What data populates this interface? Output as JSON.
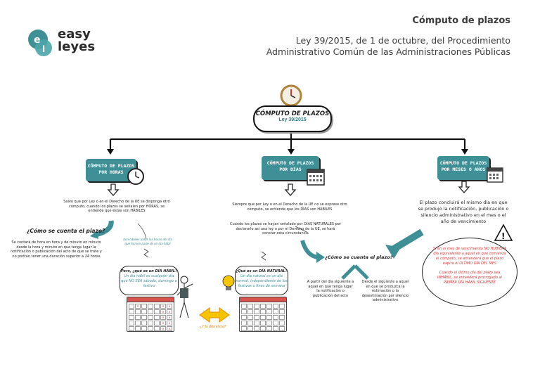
{
  "header": {
    "logo_line1": "easy",
    "logo_line2": "leyes",
    "title": "Cómputo de plazos",
    "subtitle_line1": "Ley 39/2015, de 1 de octubre, del Procedimiento",
    "subtitle_line2": "Administrativo Común de las Administraciones Públicas"
  },
  "main": {
    "title": "CÓMPUTO DE PLAZOS",
    "subtitle": "Ley 39/2015"
  },
  "branches": {
    "horas": {
      "label_line1": "CÓMPUTO DE PLAZOS",
      "label_line2": "POR HORAS",
      "rule": "Salvo que por Ley o en el Derecho de la UE se disponga otro cómputo, cuando los plazos se señalen por HORAS, se entiende que éstas son HÁBILES",
      "question": "¿Cómo se cuenta el plazo?",
      "how": "Se contará de hora en hora y de minuto en minuto desde la hora y minuto en que tenga lugar la notificación o publicación del acto de que se trate y no podrán tener una duración superior a 24 horas",
      "note": "Son hábiles todas las horas del día que formen parte de un día hábil",
      "bubble_title": "Pero, ¿qué es un DÍA HÁBIL?",
      "bubble_body": "Un día hábil es cualquier día que NO SEA sábado, domingo o festivo"
    },
    "dias": {
      "label_line1": "CÓMPUTO DE PLAZOS",
      "label_line2": "POR DÍAS",
      "rule": "Siempre que por Ley o en el Derecho de la UE no se exprese otro cómputo, se entiende que los DÍAS son HÁBILES",
      "naturales": "Cuando los plazos se hayan señalado por DÍAS NATURALES por declararlo así una ley o por el Derecho de la UE, se hará constar esta circunstancia",
      "question": "¿Cómo se cuenta el plazo?",
      "left": "A partir del día siguiente a aquel en que tenga lugar la notificación o publicación del acto",
      "right": "Desde el siguiente a aquel en que se produzca la estimación o la desestimación por silencio administrativo",
      "bubble_title": "¿Qué es un DÍA NATURAL?",
      "bubble_body": "Un día natural es un día normal, independiente de los festivos o fines de semana",
      "difference": "¿Y la diferencia?"
    },
    "meses": {
      "label_line1": "CÓMPUTO DE PLAZOS",
      "label_line2": "POR MESES O AÑOS",
      "rule": "El plazo concluirá el mismo día en que se produjo la notificación, publicación o silencio administrativo en el mes o el año de vencimiento",
      "red1": "Si en el mes de vencimiento NO HUBIERA día equivalente a aquel en que comienza el cómputo, se entenderá que el plazo expira el ÚLTIMO DÍA DEL MES",
      "red2": "Cuando el último día del plazo sea INHÁBIL, se entenderá prorrogado al PRIMER DÍA HÁBIL SIGUIENTE"
    }
  },
  "colors": {
    "teal": "#3f8f96",
    "red": "#d33333",
    "orange": "#e58a00"
  }
}
